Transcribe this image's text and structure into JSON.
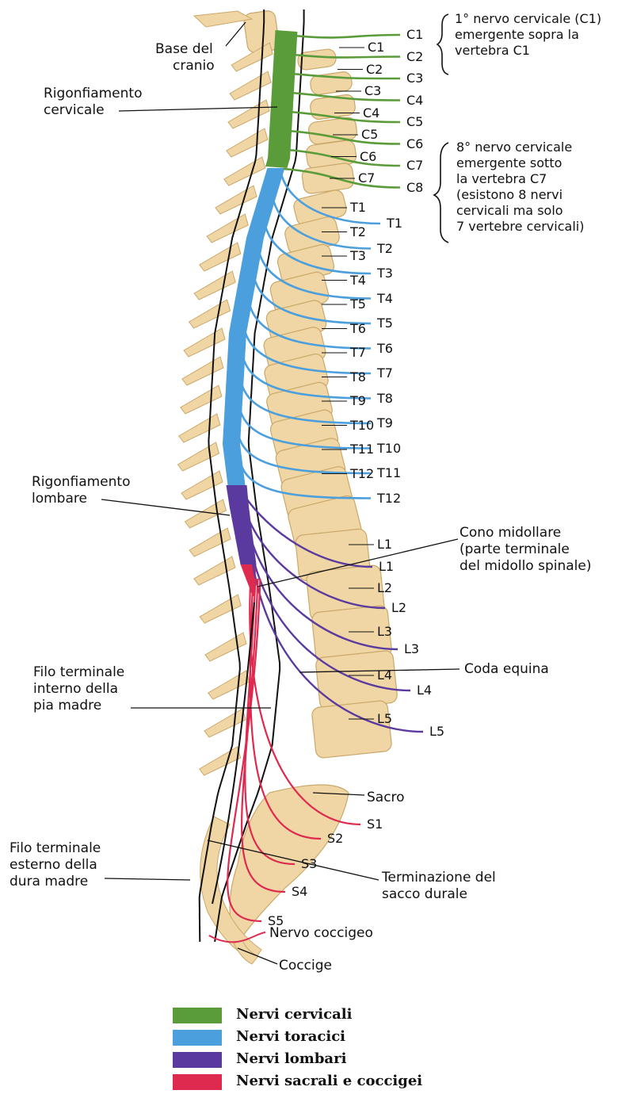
{
  "colors": {
    "cervical": "#5a9c3a",
    "thoracic": "#4b9fdd",
    "lumbar": "#5b3aa0",
    "sacral": "#de2a4f",
    "bone": "#f0d6a4",
    "bone_edge": "#c9a86a",
    "leader": "#111111"
  },
  "labels": {
    "base_cranio": [
      "Base del",
      "cranio"
    ],
    "rigonf_cervicale": [
      "Rigonfiamento",
      "cervicale"
    ],
    "rigonf_lombare": [
      "Rigonfiamento",
      "lombare"
    ],
    "filo_interno": [
      "Filo terminale",
      "interno della",
      "pia madre"
    ],
    "filo_esterno": [
      "Filo terminale",
      "esterno della",
      "dura madre"
    ],
    "cono": [
      "Cono midollare",
      "(parte terminale",
      "del midollo spinale)"
    ],
    "coda_equina": "Coda equina",
    "sacro": "Sacro",
    "terminazione": [
      "Terminazione del",
      "sacco durale"
    ],
    "nervo_coccigeo": "Nervo coccigeo",
    "coccige": "Coccige",
    "note_c1": [
      "1° nervo cervicale (C1)",
      "emergente sopra la",
      "vertebra C1"
    ],
    "note_c8": [
      "8° nervo cervicale",
      "emergente sotto",
      "la vertebra C7",
      "(esistono 8 nervi",
      "cervicali ma solo",
      "7 vertebre cervicali)"
    ]
  },
  "vertebrae": [
    "C1",
    "C2",
    "C3",
    "C4",
    "C5",
    "C6",
    "C7",
    "T1",
    "T2",
    "T3",
    "T4",
    "T5",
    "T6",
    "T7",
    "T8",
    "T9",
    "T10",
    "T11",
    "T12",
    "L1",
    "L2",
    "L3",
    "L4",
    "L5"
  ],
  "nerves": [
    {
      "name": "C1",
      "group": "cervical"
    },
    {
      "name": "C2",
      "group": "cervical"
    },
    {
      "name": "C3",
      "group": "cervical"
    },
    {
      "name": "C4",
      "group": "cervical"
    },
    {
      "name": "C5",
      "group": "cervical"
    },
    {
      "name": "C6",
      "group": "cervical"
    },
    {
      "name": "C7",
      "group": "cervical"
    },
    {
      "name": "C8",
      "group": "cervical"
    },
    {
      "name": "T1",
      "group": "thoracic"
    },
    {
      "name": "T2",
      "group": "thoracic"
    },
    {
      "name": "T3",
      "group": "thoracic"
    },
    {
      "name": "T4",
      "group": "thoracic"
    },
    {
      "name": "T5",
      "group": "thoracic"
    },
    {
      "name": "T6",
      "group": "thoracic"
    },
    {
      "name": "T7",
      "group": "thoracic"
    },
    {
      "name": "T8",
      "group": "thoracic"
    },
    {
      "name": "T9",
      "group": "thoracic"
    },
    {
      "name": "T10",
      "group": "thoracic"
    },
    {
      "name": "T11",
      "group": "thoracic"
    },
    {
      "name": "T12",
      "group": "thoracic"
    },
    {
      "name": "L1",
      "group": "lumbar"
    },
    {
      "name": "L2",
      "group": "lumbar"
    },
    {
      "name": "L3",
      "group": "lumbar"
    },
    {
      "name": "L4",
      "group": "lumbar"
    },
    {
      "name": "L5",
      "group": "lumbar"
    },
    {
      "name": "S1",
      "group": "sacral"
    },
    {
      "name": "S2",
      "group": "sacral"
    },
    {
      "name": "S3",
      "group": "sacral"
    },
    {
      "name": "S4",
      "group": "sacral"
    },
    {
      "name": "S5",
      "group": "sacral"
    }
  ],
  "legend": [
    {
      "label": "Nervi cervicali",
      "group": "cervical"
    },
    {
      "label": "Nervi toracici",
      "group": "thoracic"
    },
    {
      "label": "Nervi lombari",
      "group": "lumbar"
    },
    {
      "label": "Nervi sacrali e coccigei",
      "group": "sacral"
    }
  ]
}
